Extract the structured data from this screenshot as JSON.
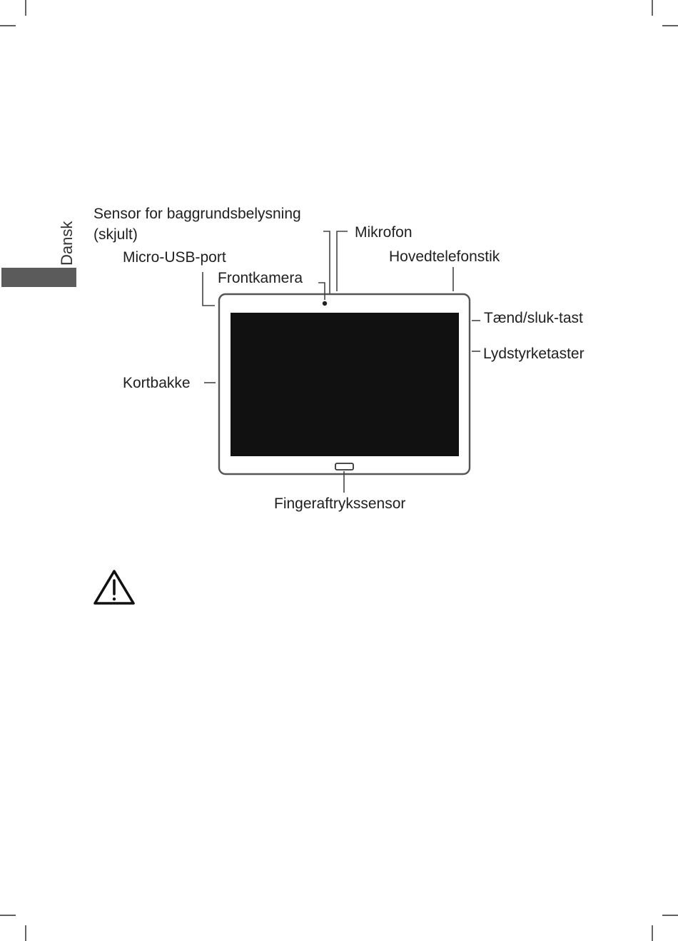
{
  "language_tab": "Dansk",
  "colors": {
    "tab_fill": "#5b5b5b",
    "screen": "#111111",
    "body_outline": "#555555"
  },
  "labels": {
    "sensor_line1": "Sensor for baggrundsbelysning",
    "sensor_line2": "(skjult)",
    "mikrofon": "Mikrofon",
    "hovedtelefonstik": "Hovedtelefonstik",
    "micro_usb": "Micro-USB-port",
    "frontkamera": "Frontkamera",
    "taend_sluk": "Tænd/sluk-tast",
    "lydstyrke": "Lydstyrketaster",
    "kortbakke": "Kortbakke",
    "fingeraftryk": "Fingeraftrykssensor"
  },
  "icons": {
    "warning": "warning-triangle-icon"
  }
}
